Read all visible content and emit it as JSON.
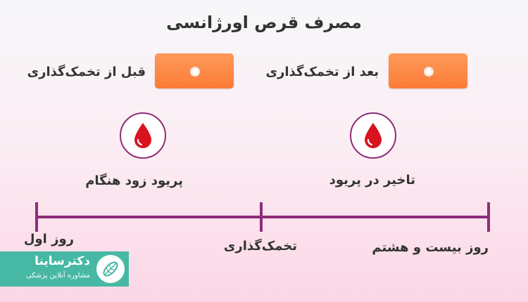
{
  "title": "مصرف قرص اورژانسی",
  "after_ovulation": {
    "label": "بعد از تخمک‌گذاری",
    "effect": "تاخیر در پریود",
    "icon": "blood-drop-icon"
  },
  "before_ovulation": {
    "label": "قبل از تخمک‌گذاری",
    "effect": "پریود زود هنگام",
    "icon": "blood-drop-icon"
  },
  "timeline": {
    "start": "روز اول",
    "middle": "تخمک‌گذاری",
    "end": "روز بیست و هشتم"
  },
  "brand": {
    "name": "دکترساینا",
    "tagline": "مشاوره آنلاین پزشکی",
    "icon": "leaf-logo-icon"
  },
  "colors": {
    "accent": "#8e2d7a",
    "pill": "#fb7b35",
    "drop": "#d8131e",
    "brand": "#47b8a3"
  }
}
